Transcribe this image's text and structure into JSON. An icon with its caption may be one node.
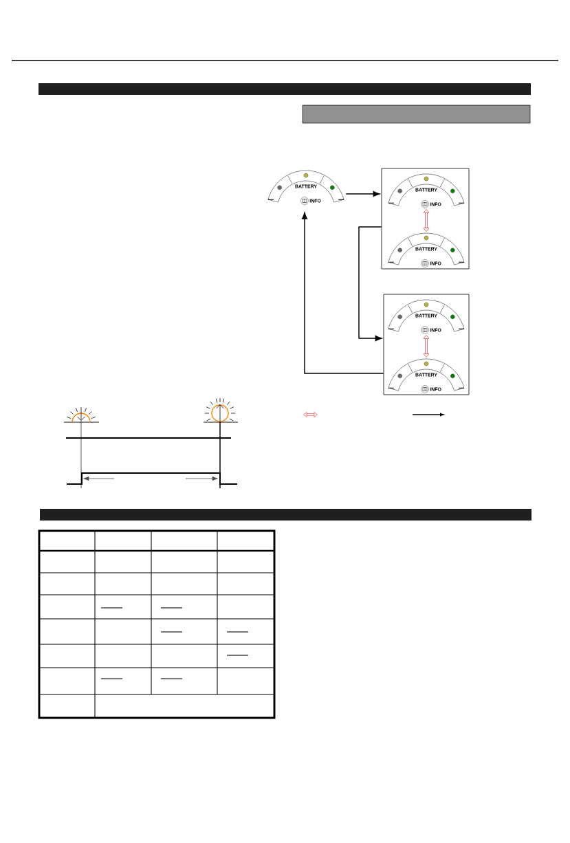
{
  "diagram": {
    "nodes": [
      {
        "text": [
          "BATTERY",
          "INFO"
        ]
      },
      {
        "text": [],
        "shape": "box"
      },
      {
        "text": [
          "BATTERY",
          "INFO"
        ],
        "in": 1
      },
      {
        "text": [
          "BATTERY",
          "INFO"
        ],
        "in": 1
      },
      {
        "text": [],
        "shape": "box"
      },
      {
        "text": [
          "BATTERY",
          "INFO"
        ],
        "in": 4
      },
      {
        "text": [
          "BATTERY",
          "INFO"
        ],
        "in": 4
      }
    ],
    "edges": [
      {
        "from": 0,
        "to": 1,
        "arrow": "to"
      },
      {
        "from": 2,
        "to": 3,
        "arrow": "both",
        "style": "thick",
        "color": "#ee3333"
      },
      {
        "from": 1,
        "to": 4,
        "arrow": "to"
      },
      {
        "from": 5,
        "to": 6,
        "arrow": "both",
        "style": "thick",
        "color": "#ee3333"
      },
      {
        "from": 4,
        "to": 0,
        "arrow": "to"
      }
    ]
  }
}
